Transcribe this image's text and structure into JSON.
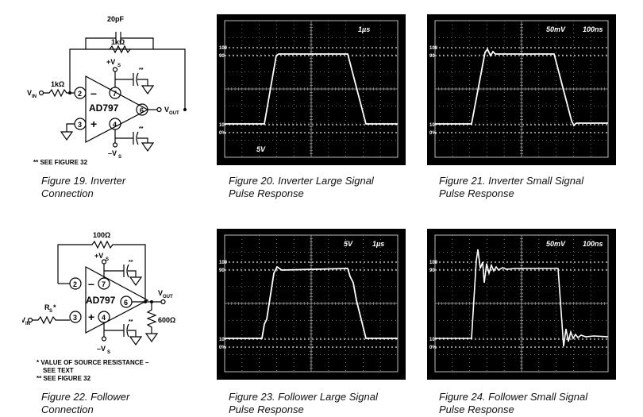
{
  "fig19": {
    "caption_line1": "Figure 19. Inverter",
    "caption_line2": "Connection",
    "cap_value": "20pF",
    "feedback_resistor": "1kΩ",
    "input_resistor": "1kΩ",
    "input_label": "V",
    "input_sub": "IN",
    "output_label": "V",
    "output_sub": "OUT",
    "amp_name": "AD797",
    "pos_supply": "+V",
    "pos_supply_sub": "S",
    "neg_supply": "–V",
    "neg_supply_sub": "S",
    "pin2": "2",
    "pin3": "3",
    "pin4": "4",
    "pin6": "6",
    "pin7": "7",
    "minus": "–",
    "plus": "+",
    "stars": "**",
    "note": "** SEE FIGURE 32"
  },
  "fig20": {
    "caption_line1": "Figure 20. Inverter Large Signal",
    "caption_line2": "Pulse Response",
    "time_div": "1µs",
    "volt_div": "5V",
    "label_100": "100",
    "label_90": "90",
    "label_10": "10",
    "label_0": "0%"
  },
  "fig21": {
    "caption_line1": "Figure 21. Inverter Small Signal",
    "caption_line2": "Pulse Response",
    "volt_div": "50mV",
    "time_div": "100ns",
    "label_100": "100",
    "label_90": "90",
    "label_10": "10",
    "label_0": "0%"
  },
  "fig22": {
    "caption_line1": "Figure 22. Follower",
    "caption_line2": "Connection",
    "feedback_resistor": "100Ω",
    "source_resistor": "R",
    "source_resistor_sub": "S",
    "source_star": "*",
    "input_label": "V",
    "input_sub": "IN",
    "output_label": "V",
    "output_sub": "OUT",
    "load_resistor": "600Ω",
    "amp_name": "AD797",
    "pos_supply": "+V",
    "pos_supply_sub": "S",
    "neg_supply": "–V",
    "neg_supply_sub": "S",
    "pin2": "2",
    "pin3": "3",
    "pin4": "4",
    "pin6": "6",
    "pin7": "7",
    "minus": "–",
    "plus": "+",
    "stars": "**",
    "note_line1": "* VALUE OF SOURCE RESISTANCE –",
    "note_line2": "SEE TEXT",
    "note_line3": "** SEE FIGURE 32"
  },
  "fig23": {
    "caption_line1": "Figure 23. Follower Large Signal",
    "caption_line2": "Pulse Response",
    "volt_div": "5V",
    "time_div": "1µs",
    "label_100": "100",
    "label_90": "90",
    "label_10": "10",
    "label_0": "0%"
  },
  "fig24": {
    "caption_line1": "Figure 24. Follower Small Signal",
    "caption_line2": "Pulse Response",
    "volt_div": "50mV",
    "time_div": "100ns",
    "label_100": "100",
    "label_90": "90",
    "label_10": "10",
    "label_0": "0%"
  }
}
